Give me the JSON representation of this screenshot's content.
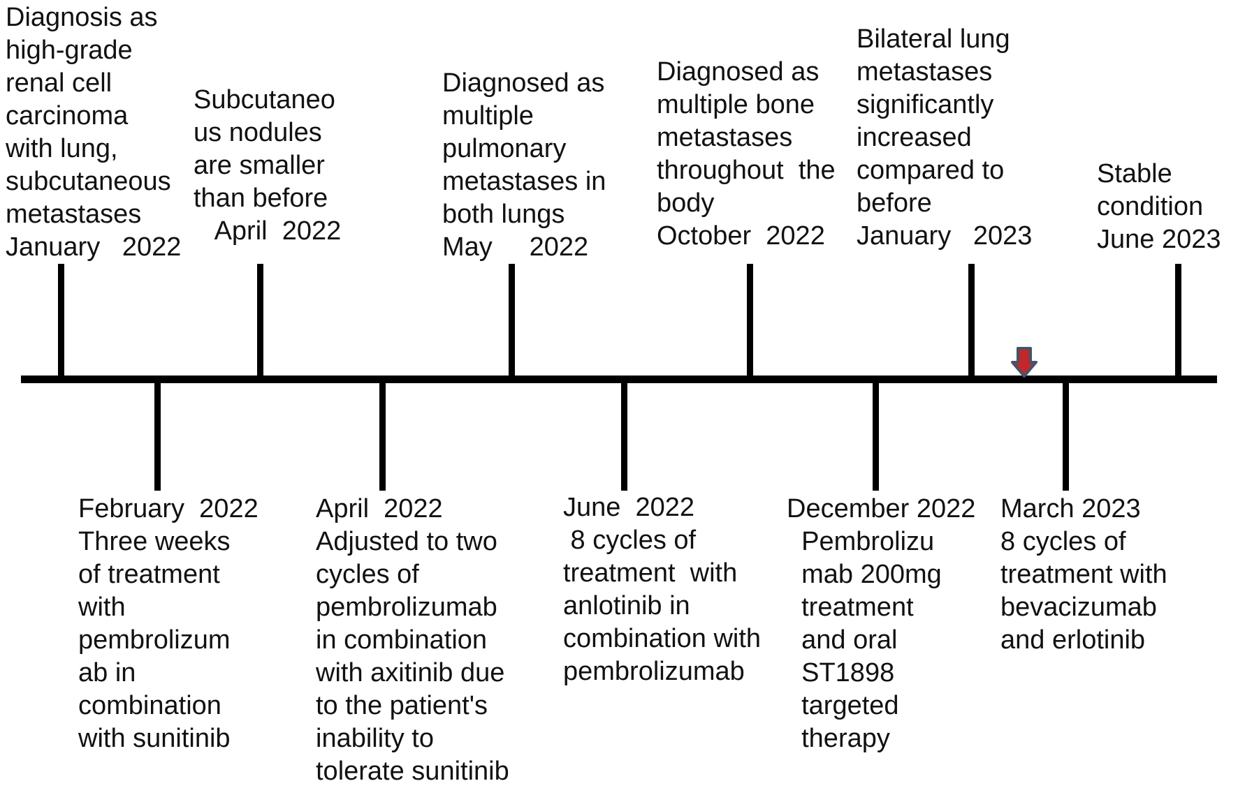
{
  "timeline": {
    "events_above": [
      {
        "id": "jan-2022",
        "lines": [
          "Diagnosis as",
          "high-grade",
          "renal cell",
          "carcinoma",
          "with lung,",
          "subcutaneous",
          "metastases",
          "January   2022"
        ]
      },
      {
        "id": "apr-2022-nodules",
        "lines": [
          "Subcutaneo",
          "us nodules",
          "are smaller",
          "than before",
          "   April  2022"
        ]
      },
      {
        "id": "may-2022",
        "lines": [
          "Diagnosed as",
          "multiple",
          "pulmonary",
          "metastases in",
          "both lungs",
          "May     2022"
        ]
      },
      {
        "id": "oct-2022",
        "lines": [
          "Diagnosed as",
          "multiple bone",
          "metastases",
          "throughout  the",
          "body",
          "October  2022"
        ]
      },
      {
        "id": "jan-2023",
        "lines": [
          "Bilateral lung",
          "metastases",
          "significantly",
          "increased",
          "compared to",
          "before",
          "January   2023"
        ]
      },
      {
        "id": "jun-2023",
        "lines": [
          "Stable",
          "condition",
          "June 2023"
        ]
      }
    ],
    "events_below": [
      {
        "id": "feb-2022",
        "lines": [
          "February  2022",
          "Three weeks",
          "of treatment",
          "with",
          "pembrolizum",
          "ab in",
          "combination",
          "with sunitinib"
        ]
      },
      {
        "id": "apr-2022-adjusted",
        "lines": [
          "April  2022",
          "Adjusted to two",
          "cycles of",
          "pembrolizumab",
          "in combination",
          "with axitinib due",
          "to the patient's",
          "inability to",
          "tolerate sunitinib"
        ]
      },
      {
        "id": "jun-2022",
        "lines": [
          "June  2022",
          " 8 cycles of",
          "treatment  with",
          "anlotinib in",
          "combination with",
          "pembrolizumab"
        ]
      },
      {
        "id": "dec-2022",
        "lines": [
          "December 2022",
          "  Pembrolizu",
          "  mab 200mg",
          "  treatment",
          "  and oral",
          "  ST1898",
          "  targeted",
          "  therapy"
        ]
      },
      {
        "id": "mar-2023",
        "lines": [
          "March 2023",
          "8 cycles of",
          "treatment with",
          "bevacizumab",
          "and erlotinib"
        ]
      }
    ]
  },
  "colors": {
    "line": "#000000",
    "marker_fill": "#c0282a",
    "marker_stroke": "#44546a"
  },
  "icons": {
    "marker": "down-arrow-icon"
  }
}
